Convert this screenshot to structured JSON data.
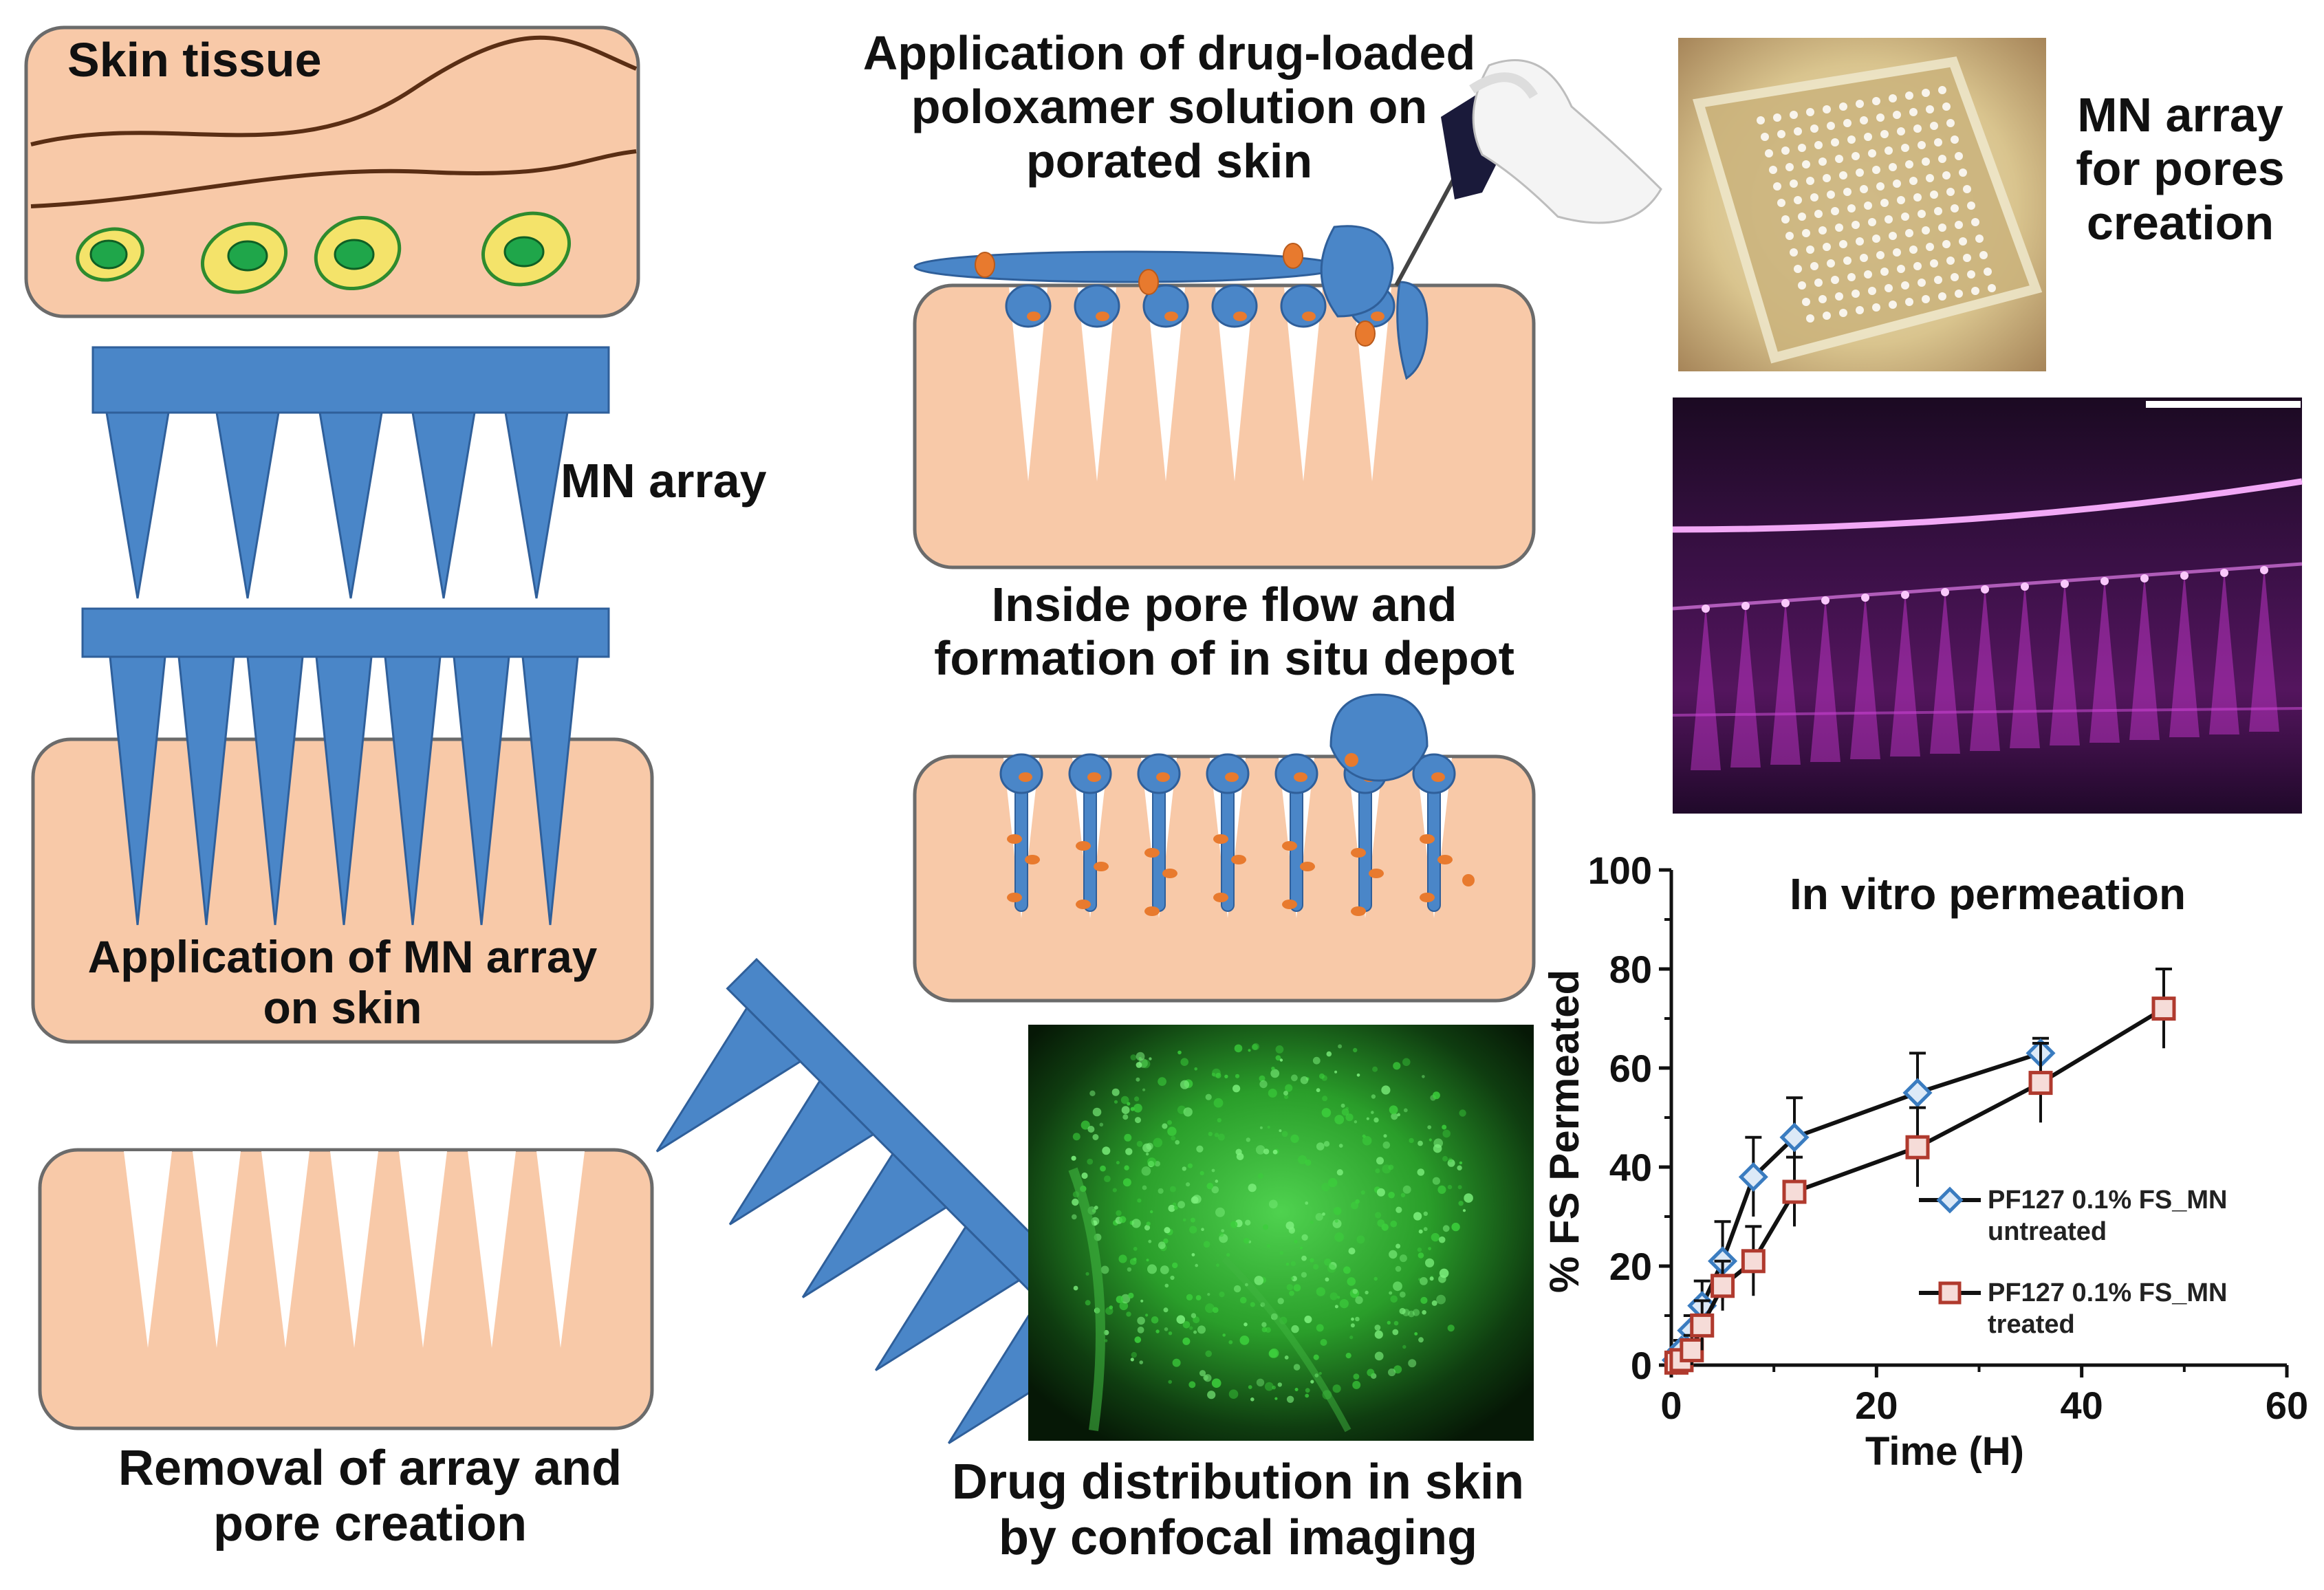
{
  "labels": {
    "skin_tissue": "Skin tissue",
    "mn_array": "MN array",
    "application_mn": [
      "Application of MN array",
      "on skin"
    ],
    "removal": [
      "Removal of array and",
      "pore creation"
    ],
    "application_drug": [
      "Application of drug-loaded",
      "poloxamer solution on",
      "porated skin"
    ],
    "inside_pore": [
      "Inside pore flow and",
      "formation of in situ depot"
    ],
    "drug_distribution": [
      "Drug distribution in skin",
      "by confocal imaging"
    ],
    "mn_pores": [
      "MN array",
      "for pores",
      "creation"
    ]
  },
  "colors": {
    "skin": "#f8c9a8",
    "skin_border": "#6b6b6b",
    "needle": "#4a86c8",
    "needle_dark": "#2f5f9a",
    "droplet": "#e87a2e",
    "cell_outer": "#f4e36a",
    "cell_nucleus": "#1fa64a",
    "confocal_green": "#2fbf2f",
    "oct_magenta": "#d03ad8",
    "series_untreated": "#3a7cc0",
    "series_treated": "#b03a2e"
  },
  "chart_data": {
    "type": "line",
    "title": "In vitro permeation",
    "xlabel": "Time (H)",
    "ylabel": "% FS Permeated",
    "xlim": [
      0,
      60
    ],
    "ylim": [
      0,
      100
    ],
    "xticks": [
      0,
      20,
      40,
      60
    ],
    "yticks": [
      0,
      20,
      40,
      60,
      80,
      100
    ],
    "legend_position": "right",
    "series": [
      {
        "name": [
          "PF127 0.1% FS_MN",
          "untreated"
        ],
        "marker": "diamond",
        "color": "#3a7cc0",
        "x": [
          0.5,
          1,
          2,
          3,
          5,
          8,
          12,
          24,
          36
        ],
        "y": [
          1,
          3,
          7,
          12,
          21,
          38,
          46,
          55,
          63
        ],
        "err": [
          1,
          2,
          3,
          5,
          8,
          8,
          8,
          8,
          3
        ]
      },
      {
        "name": [
          "PF127 0.1% FS_MN",
          "treated"
        ],
        "marker": "square",
        "color": "#b03a2e",
        "x": [
          0.5,
          1,
          2,
          3,
          5,
          8,
          12,
          24,
          36,
          48
        ],
        "y": [
          0.5,
          1,
          3,
          8,
          16,
          21,
          35,
          44,
          57,
          72
        ],
        "err": [
          1,
          2,
          3,
          5,
          5,
          7,
          7,
          8,
          8,
          8
        ]
      }
    ]
  }
}
